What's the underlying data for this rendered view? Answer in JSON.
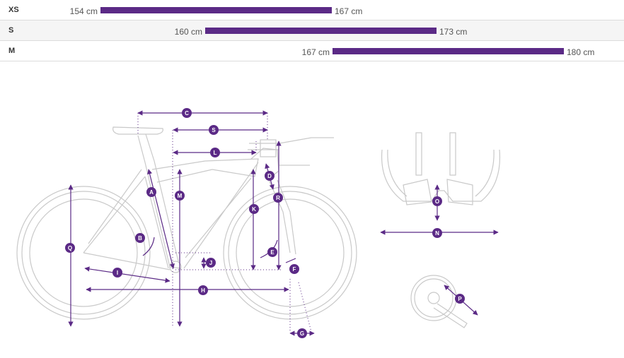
{
  "colors": {
    "accent": "#5b2a86",
    "frame": "#c9c9c9",
    "row_border": "#dcdcdc"
  },
  "sizes": [
    {
      "label": "XS",
      "min": "154 cm",
      "max": "167 cm",
      "range_cm": [
        154,
        167
      ]
    },
    {
      "label": "S",
      "min": "160 cm",
      "max": "173 cm",
      "range_cm": [
        160,
        173
      ]
    },
    {
      "label": "M",
      "min": "167 cm",
      "max": "180 cm",
      "range_cm": [
        167,
        180
      ]
    }
  ],
  "markers": {
    "A": "A",
    "B": "B",
    "C": "C",
    "D": "D",
    "E": "E",
    "F": "F",
    "G": "G",
    "H": "H",
    "I": "I",
    "J": "J",
    "K": "K",
    "L": "L",
    "M": "M",
    "N": "N",
    "O": "O",
    "P": "P",
    "Q": "Q",
    "R": "R",
    "S": "S"
  }
}
